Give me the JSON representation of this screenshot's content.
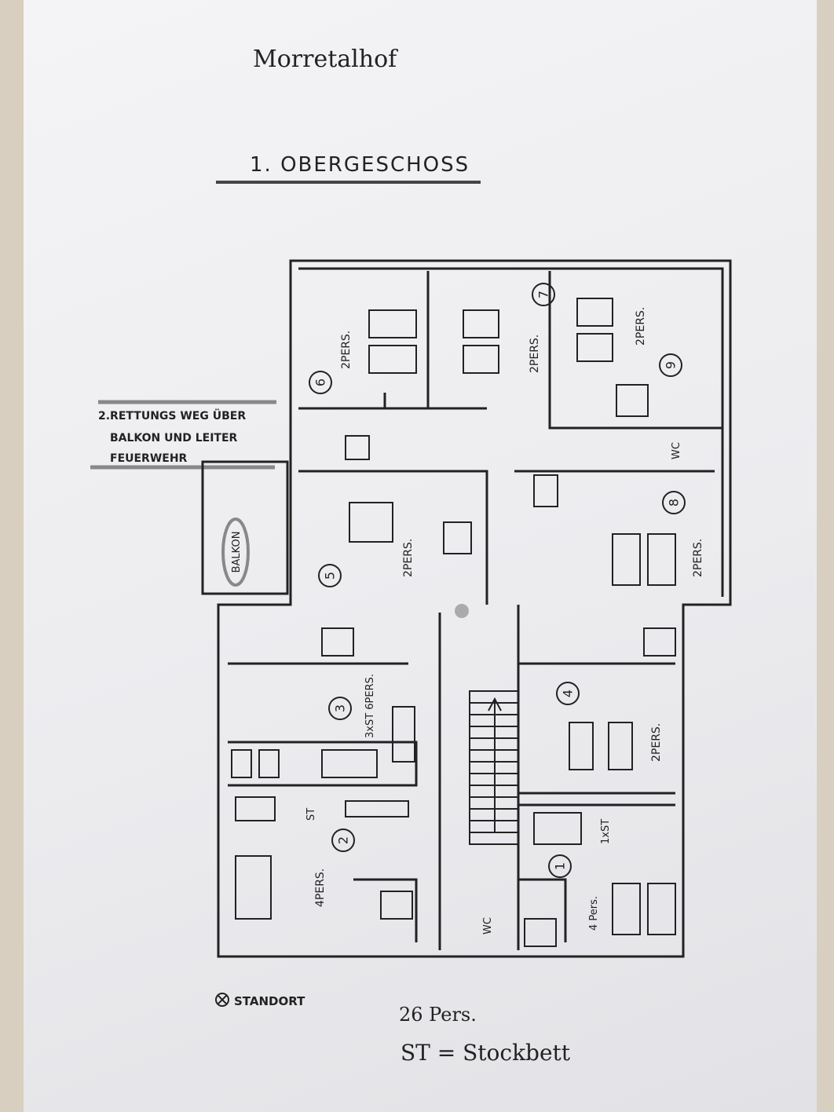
{
  "title": "Morretalhof",
  "floor": "1. OBERGESCHOSS",
  "rescue_note": [
    "2.RETTUNGS WEG ÜBER",
    "BALKON UND LEITER",
    "FEUERWEHR"
  ],
  "balcony_label": "BALKON",
  "rooms": [
    {
      "number": "1",
      "capacity": "4 Pers.",
      "note": "1xST"
    },
    {
      "number": "2",
      "capacity": "4PERS.",
      "note": "ST"
    },
    {
      "number": "3",
      "capacity": "3xST 6PERS."
    },
    {
      "number": "4",
      "capacity": "2PERS."
    },
    {
      "number": "5",
      "capacity": "2PERS."
    },
    {
      "number": "6",
      "capacity": "2PERS."
    },
    {
      "number": "7",
      "capacity": "2PERS."
    },
    {
      "number": "8",
      "capacity": "2PERS."
    },
    {
      "number": "9",
      "capacity": "2PERS."
    }
  ],
  "wc_labels": [
    "WC",
    "WC"
  ],
  "legend": {
    "standort": "STANDORT",
    "total": "26 Pers.",
    "abbrev": "ST = Stockbett"
  }
}
